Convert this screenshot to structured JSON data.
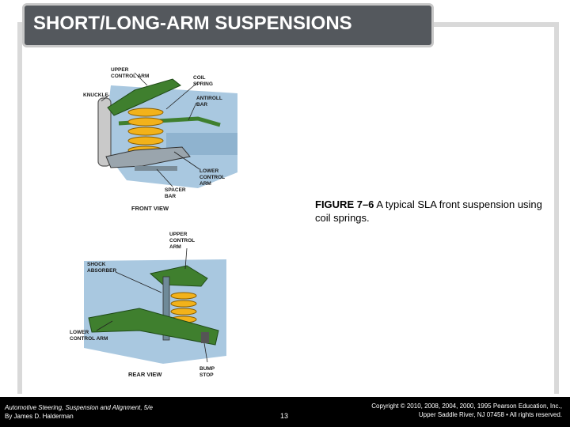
{
  "slide": {
    "title": "SHORT/LONG-ARM SUSPENSIONS",
    "caption_figure": "FIGURE 7–6",
    "caption_text": " A typical SLA front suspension using coil springs."
  },
  "front_view": {
    "labels": {
      "upper_control_arm_1": "UPPER",
      "upper_control_arm_2": "CONTROL ARM",
      "knuckle": "KNUCKLE",
      "coil_spring_1": "COIL",
      "coil_spring_2": "SPRING",
      "antiroll_bar_1": "ANTIROLL",
      "antiroll_bar_2": "BAR",
      "lower_control_arm_1": "LOWER",
      "lower_control_arm_2": "CONTROL",
      "lower_control_arm_3": "ARM",
      "spacer_bar_1": "SPACER",
      "spacer_bar_2": "BAR",
      "view": "FRONT VIEW"
    }
  },
  "rear_view": {
    "labels": {
      "upper_control_arm_1": "UPPER",
      "upper_control_arm_2": "CONTROL",
      "upper_control_arm_3": "ARM",
      "shock_absorber_1": "SHOCK",
      "shock_absorber_2": "ABSORBER",
      "lower_control_arm_1": "LOWER",
      "lower_control_arm_2": "CONTROL ARM",
      "bump_stop_1": "BUMP",
      "bump_stop_2": "STOP",
      "view": "REAR VIEW"
    }
  },
  "footer": {
    "book_title": "Automotive Steering, Suspension and Alignment, 5/e",
    "author": "By James D. Halderman",
    "page_number": "13",
    "copyright_1": "Copyright © 2010, 2008, 2004, 2000, 1995 Pearson Education, Inc.,",
    "copyright_2": "Upper Saddle River, NJ 07458 • All rights reserved."
  },
  "colors": {
    "title_bg": "#54585d",
    "arm_green": "#3f7f2e",
    "spring_yellow": "#f2b21a",
    "body_blue": "#a9c8e0"
  }
}
